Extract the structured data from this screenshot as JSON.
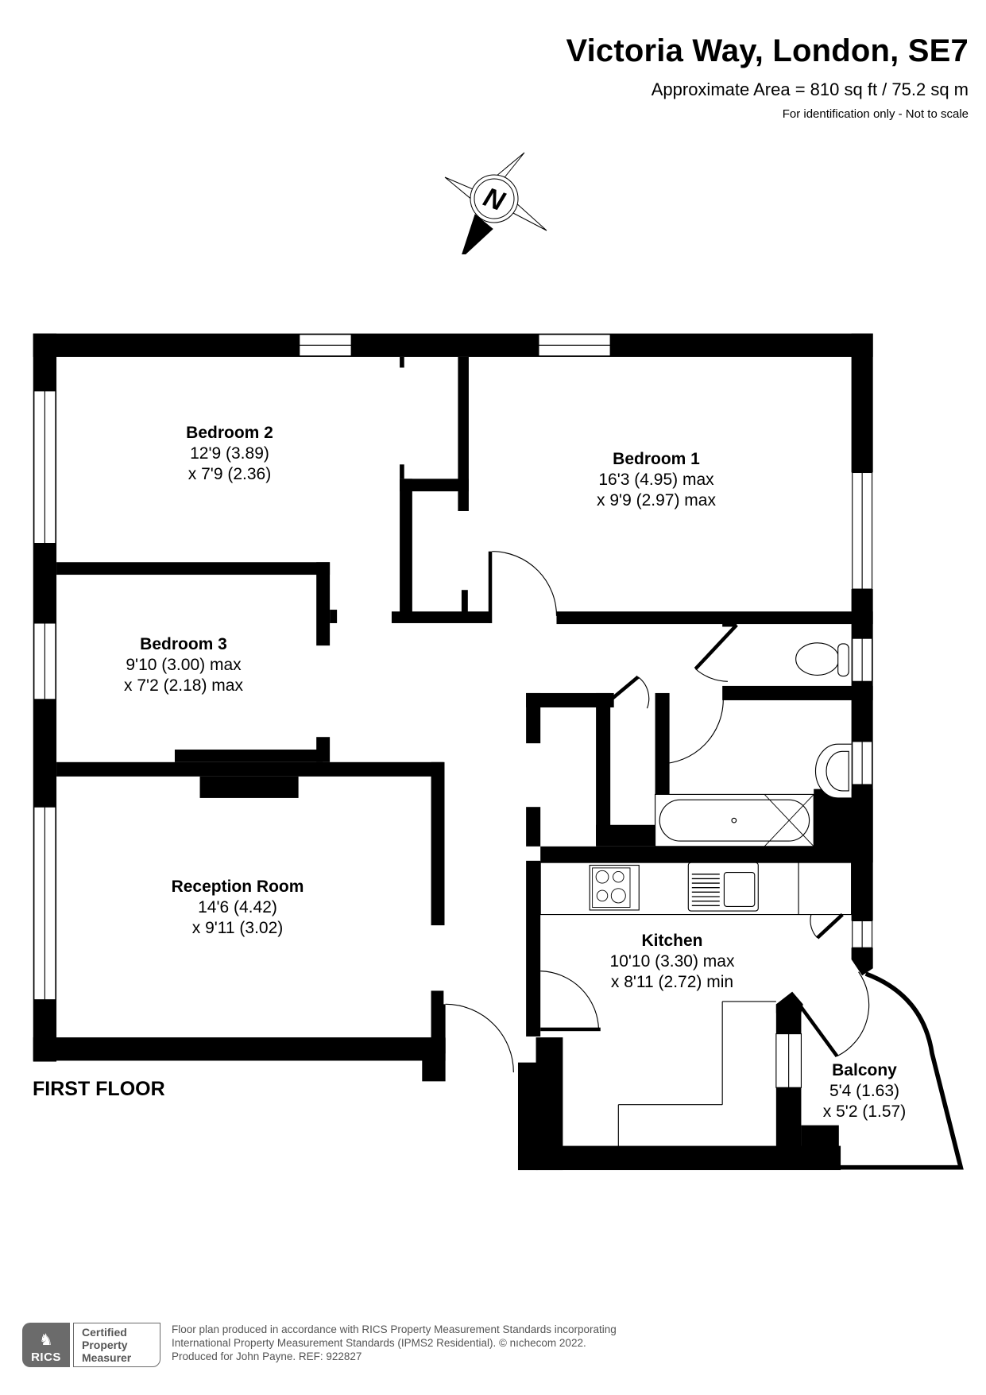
{
  "header": {
    "title": "Victoria Way, London, SE7",
    "area": "Approximate Area = 810 sq ft / 75.2 sq m",
    "disclaimer": "For identification only - Not to scale"
  },
  "compass": {
    "label": "N",
    "icon": "north-arrow-icon"
  },
  "floor": {
    "label": "FIRST FLOOR"
  },
  "rooms": [
    {
      "name": "Bedroom 2",
      "dim1": "12'9 (3.89)",
      "dim2": "x 7'9 (2.36)"
    },
    {
      "name": "Bedroom 1",
      "dim1": "16'3 (4.95) max",
      "dim2": "x 9'9 (2.97) max"
    },
    {
      "name": "Bedroom 3",
      "dim1": "9'10 (3.00) max",
      "dim2": "x 7'2 (2.18) max"
    },
    {
      "name": "Reception Room",
      "dim1": "14'6 (4.42)",
      "dim2": "x 9'11 (3.02)"
    },
    {
      "name": "Kitchen",
      "dim1": "10'10 (3.30) max",
      "dim2": "x 8'11 (2.72) min"
    },
    {
      "name": "Balcony",
      "dim1": "5'4 (1.63)",
      "dim2": "x 5'2 (1.57)"
    }
  ],
  "fixtures": [
    "hob-icon",
    "sink-icon",
    "bath-icon",
    "toilet-icon",
    "basin-icon"
  ],
  "footer": {
    "badge": {
      "logo": "RICS",
      "line1": "Certified",
      "line2": "Property",
      "line3": "Measurer"
    },
    "line1": "Floor plan produced in accordance with RICS Property Measurement Standards incorporating",
    "line2": "International Property Measurement Standards (IPMS2 Residential).   © nıchecom 2022.",
    "line3": "Produced for John Payne.   REF:  922827"
  },
  "colors": {
    "wall": "#000000",
    "badge_grey": "#6b6b6b",
    "footer_text": "#555555"
  }
}
